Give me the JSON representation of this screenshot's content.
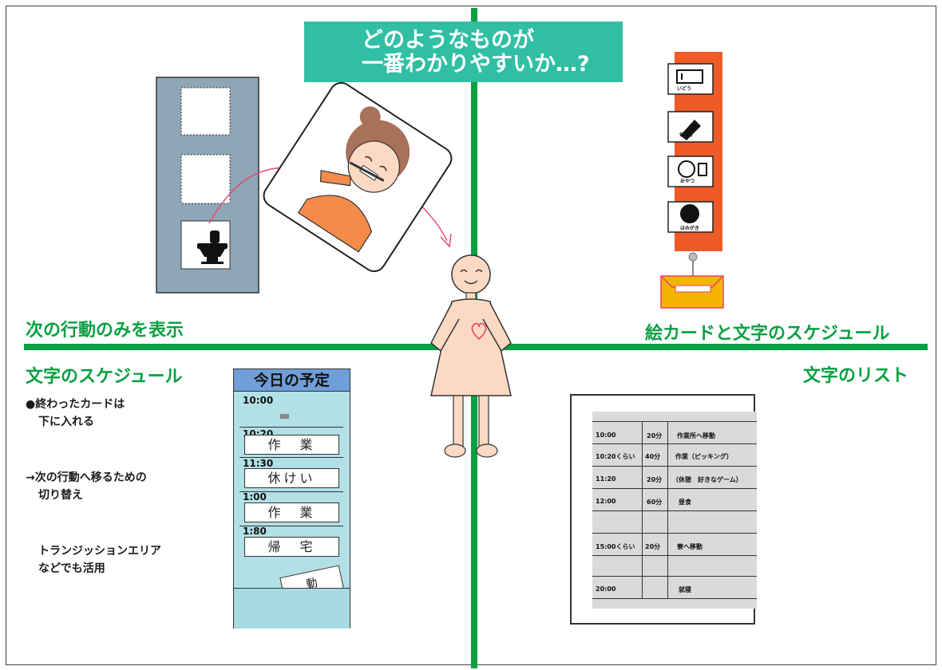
{
  "title": {
    "line1": "どのようなものが",
    "line2": "一番わかりやすいか…?"
  },
  "quadrants": {
    "top_left": "次の行動のみを表示",
    "top_right": "絵カードと文字のスケジュール",
    "bottom_left": "文字のスケジュール",
    "bottom_right": "文字のリスト"
  },
  "notes": {
    "n1_line1": "●終わったカードは",
    "n1_line2": "下に入れる",
    "n2_line1": "→次の行動へ移るための",
    "n2_line2": "切り替え",
    "n3_line1": "トランジッションエリア",
    "n3_line2": "などでも活用"
  },
  "schedule_board": {
    "title": "今日の予定",
    "items": [
      {
        "time": "10:00",
        "label": ""
      },
      {
        "time": "10:20",
        "label": "作　業"
      },
      {
        "time": "11:30",
        "label": "休けい"
      },
      {
        "time": "1:00",
        "label": "作　業"
      },
      {
        "time": "1:80",
        "label": "帰　宅"
      }
    ],
    "pocket_card": "動"
  },
  "picture_cards": [
    "いどう",
    "そうじ",
    "おやつ",
    "はみがき"
  ],
  "text_list": {
    "rows": [
      {
        "time": "10:00",
        "duration": "20分",
        "activity": "作業所へ移動"
      },
      {
        "time": "10:20くらい",
        "duration": "40分",
        "activity": "作業（ピッキング）"
      },
      {
        "time": "11:20",
        "duration": "20分",
        "activity": "（休憩　好きなゲーム）"
      },
      {
        "time": "12:00",
        "duration": "60分",
        "activity": "昼食"
      },
      {
        "time": "",
        "duration": "",
        "activity": ""
      },
      {
        "time": "15:00くらい",
        "duration": "20分",
        "activity": "寮へ移動"
      },
      {
        "time": "",
        "duration": "",
        "activity": ""
      },
      {
        "time": "20:00",
        "duration": "",
        "activity": "就寝"
      }
    ]
  },
  "colors": {
    "green_line": "#0aa043",
    "title_bg": "#31bfa4",
    "board_bg": "#b2e0e6",
    "board_header": "#6f9fd8",
    "strip_red": "#ee5a28",
    "box_yellow": "#f4b400",
    "skin": "#fbd9c3",
    "heart": "#e8446c",
    "shirt": "#f58b4a",
    "panel_gray": "#8ea6b5"
  }
}
